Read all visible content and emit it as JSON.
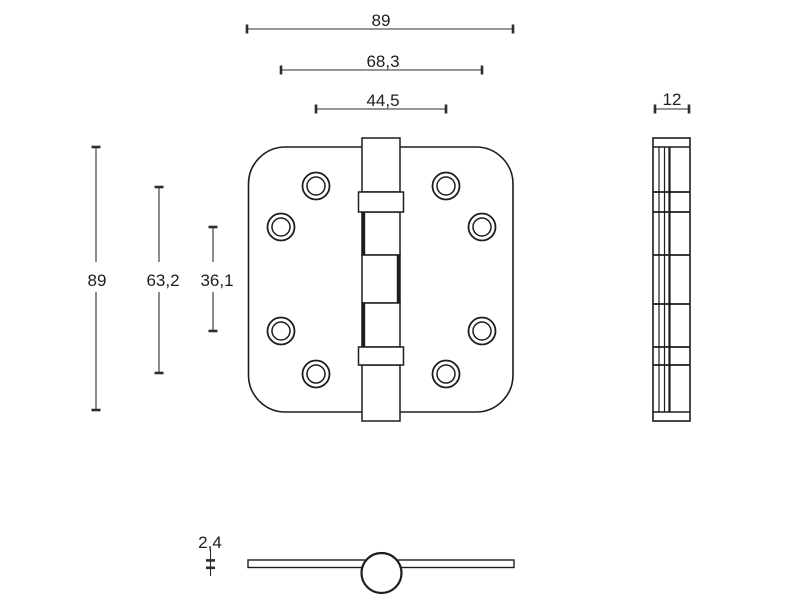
{
  "colors": {
    "background": "#ffffff",
    "line": "#1d1d1d",
    "dimension": "#2e2e2e",
    "text": "#1d1d1d"
  },
  "dimensions": {
    "overall_width": "89",
    "outer_hole_columns_width": "68,3",
    "inner_hole_columns_width": "44,5",
    "overall_height": "89",
    "outer_hole_rows_height": "63,2",
    "inner_hole_rows_height": "36,1",
    "knuckle_depth": "12",
    "leaf_thickness": "2,4"
  }
}
